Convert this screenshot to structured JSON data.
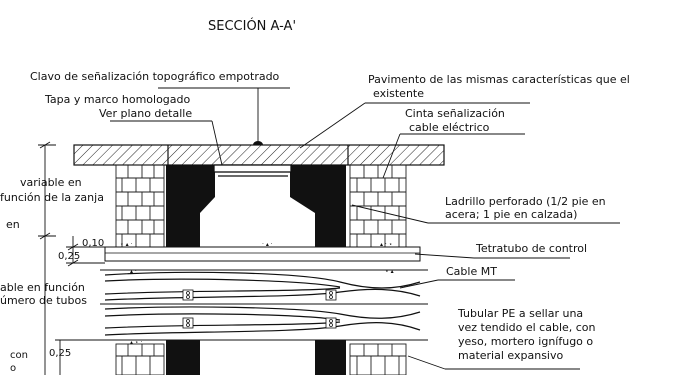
{
  "title": "SECCIÓN A-A'",
  "labels": {
    "clavo": "Clavo de señalización topográfico empotrado",
    "pavimento_1": "Pavimento de las mismas características que el",
    "pavimento_2": "existente",
    "tapa_1": "Tapa y marco homologado",
    "tapa_2": "Ver plano detalle",
    "cinta_1": "Cinta señalización",
    "cinta_2": "cable eléctrico",
    "variable_1": "variable en",
    "variable_2": "función de la zanja",
    "en": "en",
    "ladrillo_1": "Ladrillo perforado (1/2 pie en",
    "ladrillo_2": "acera; 1 pie en calzada)",
    "tetratubo": "Tetratubo de control",
    "cable_mt": "Cable MT",
    "tubos_1": "able en función",
    "tubos_2": "úmero de tubos",
    "tubular_1": "Tubular PE a sellar una",
    "tubular_2": "vez tendido el cable, con",
    "tubular_3": "yeso, mortero ignífugo o",
    "tubular_4": "material expansivo",
    "con": "con",
    "o": "o"
  },
  "dimensions": {
    "d010": "0,10",
    "d025a": "0,25",
    "d025b": "0,25"
  }
}
